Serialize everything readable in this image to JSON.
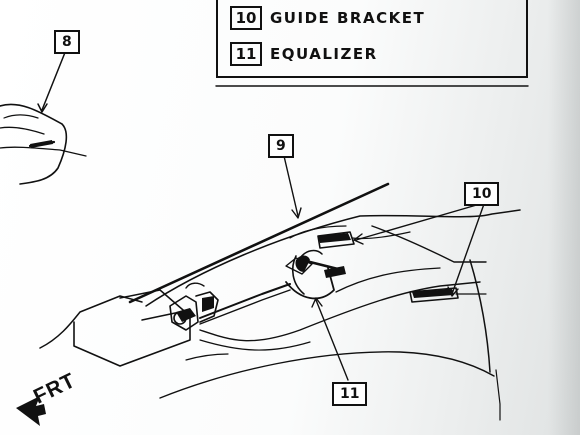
{
  "legend": {
    "items": [
      {
        "number": "10",
        "label": "GUIDE BRACKET"
      },
      {
        "number": "11",
        "label": "EQUALIZER"
      }
    ]
  },
  "callouts": {
    "c8": "8",
    "c9": "9",
    "c10": "10",
    "c11": "11"
  },
  "direction": {
    "label": "FRT"
  }
}
